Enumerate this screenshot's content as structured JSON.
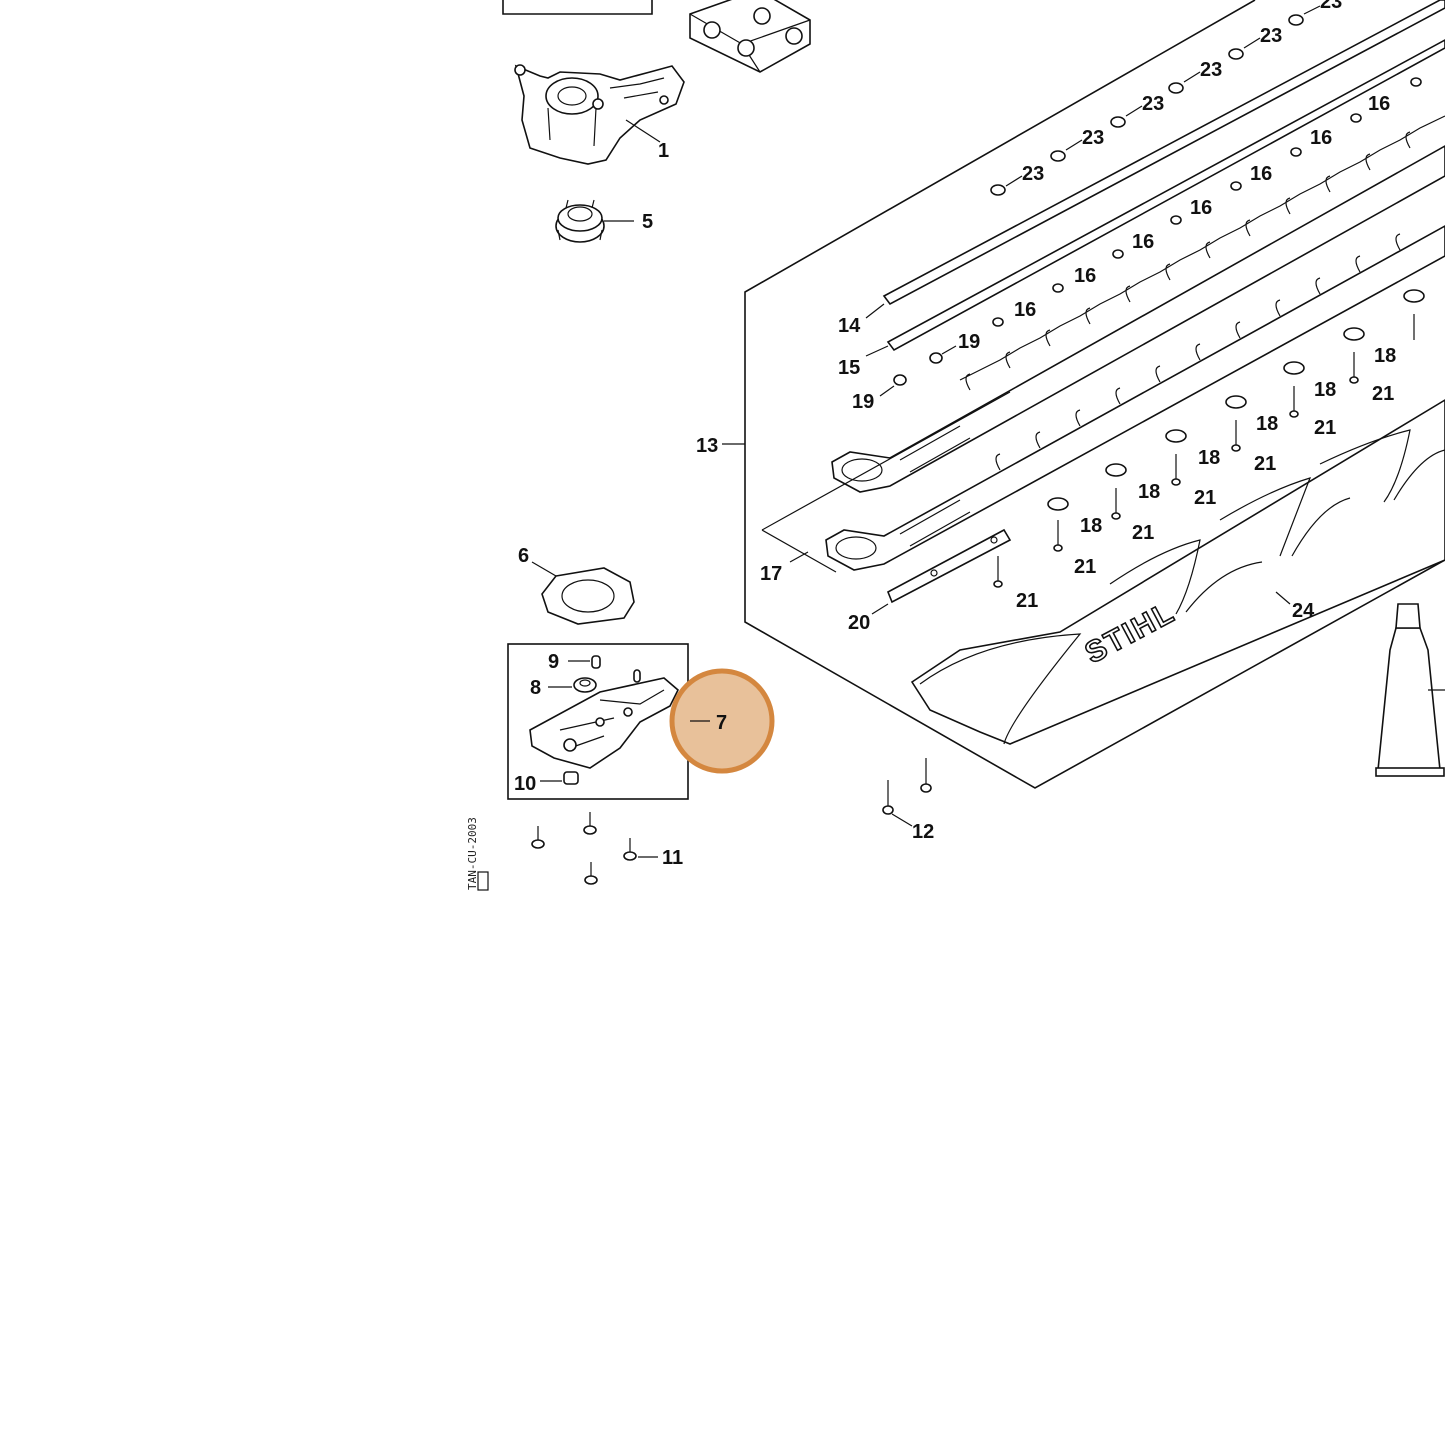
{
  "diagram": {
    "callouts": [
      {
        "id": "c1",
        "label": "1"
      },
      {
        "id": "c5",
        "label": "5"
      },
      {
        "id": "c6",
        "label": "6"
      },
      {
        "id": "c7",
        "label": "7"
      },
      {
        "id": "c8",
        "label": "8"
      },
      {
        "id": "c9",
        "label": "9"
      },
      {
        "id": "c10",
        "label": "10"
      },
      {
        "id": "c11",
        "label": "11"
      },
      {
        "id": "c12",
        "label": "12"
      },
      {
        "id": "c13",
        "label": "13"
      },
      {
        "id": "c14",
        "label": "14"
      },
      {
        "id": "c15",
        "label": "15"
      },
      {
        "id": "c16",
        "label": "16"
      },
      {
        "id": "c17",
        "label": "17"
      },
      {
        "id": "c18",
        "label": "18"
      },
      {
        "id": "c19",
        "label": "19"
      },
      {
        "id": "c20",
        "label": "20"
      },
      {
        "id": "c21",
        "label": "21"
      },
      {
        "id": "c23",
        "label": "23"
      },
      {
        "id": "c24",
        "label": "24"
      }
    ],
    "brand_text": "STIHL",
    "drawing_code": "TAN-CU-2003",
    "highlight": {
      "label": "7",
      "color": "#d4873f",
      "fill": "#e8c19a"
    }
  }
}
